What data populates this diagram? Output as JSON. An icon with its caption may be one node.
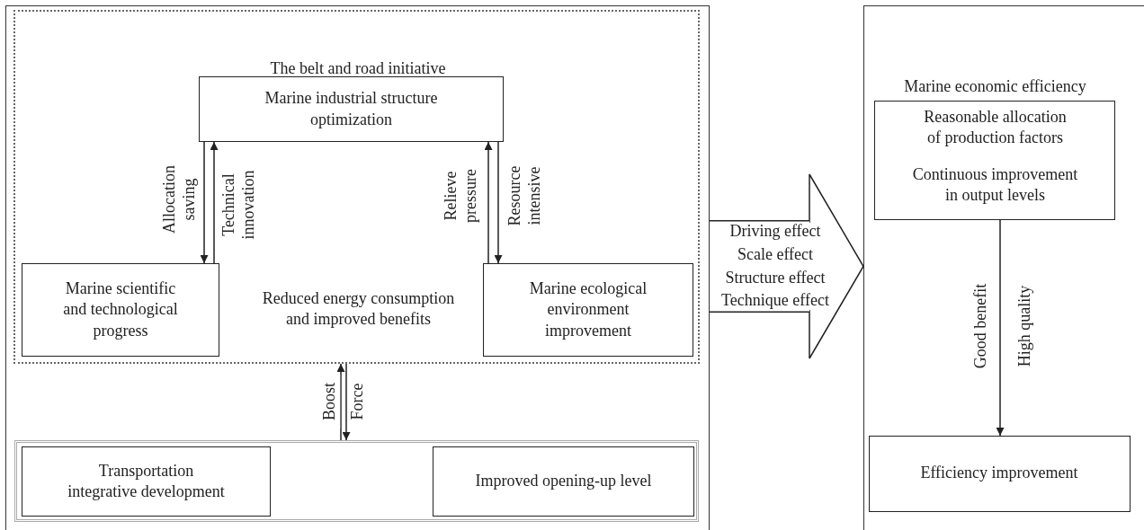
{
  "diagram": {
    "nodes": [
      {
        "text": [],
        "shape": "box"
      },
      {
        "text": [
          "The belt and road initiative",
          "Reduced energy consumption and improved benefits"
        ],
        "in": 0
      },
      {
        "text": [
          "Marine industrial structure optimization"
        ],
        "in": 1
      },
      {
        "text": [
          "Marine scientific and technological progress"
        ],
        "in": 1
      },
      {
        "text": [
          "Marine ecological environment improvement"
        ],
        "in": 1
      },
      {
        "text": [],
        "shape": "box",
        "in": 0
      },
      {
        "text": [
          "Transportation integrative development"
        ],
        "in": 5
      },
      {
        "text": [
          "Improved opening-up level"
        ],
        "in": 5
      },
      {
        "text": [],
        "shape": "box"
      },
      {
        "text": [
          "Marine economic efficiency",
          "Reasonable allocation of production factors",
          "Continuous improvement in output levels"
        ],
        "in": 8
      },
      {
        "text": [
          "Efficiency improvement"
        ],
        "in": 8
      }
    ],
    "edges": [
      {
        "from": 2,
        "to": 3,
        "arrow": "to",
        "label": "Allocation saving"
      },
      {
        "from": 3,
        "to": 2,
        "arrow": "to",
        "label": "Technical innovation"
      },
      {
        "from": 4,
        "to": 2,
        "arrow": "to",
        "label": "Relieve pressure"
      },
      {
        "from": 2,
        "to": 4,
        "arrow": "to",
        "label": "Resource intensive"
      },
      {
        "from": 5,
        "to": 1,
        "arrow": "to",
        "label": "Boost"
      },
      {
        "from": 1,
        "to": 5,
        "arrow": "to",
        "label": "Force"
      },
      {
        "from": 0,
        "to": 8,
        "arrow": "to",
        "style": "thick"
      },
      {
        "from": 9,
        "to": 10,
        "arrow": "to",
        "label": "Good benefit"
      }
    ],
    "labels": [
      "Driving effect",
      "Scale effect",
      "Structure effect",
      "Technique effect",
      "High quality"
    ]
  }
}
